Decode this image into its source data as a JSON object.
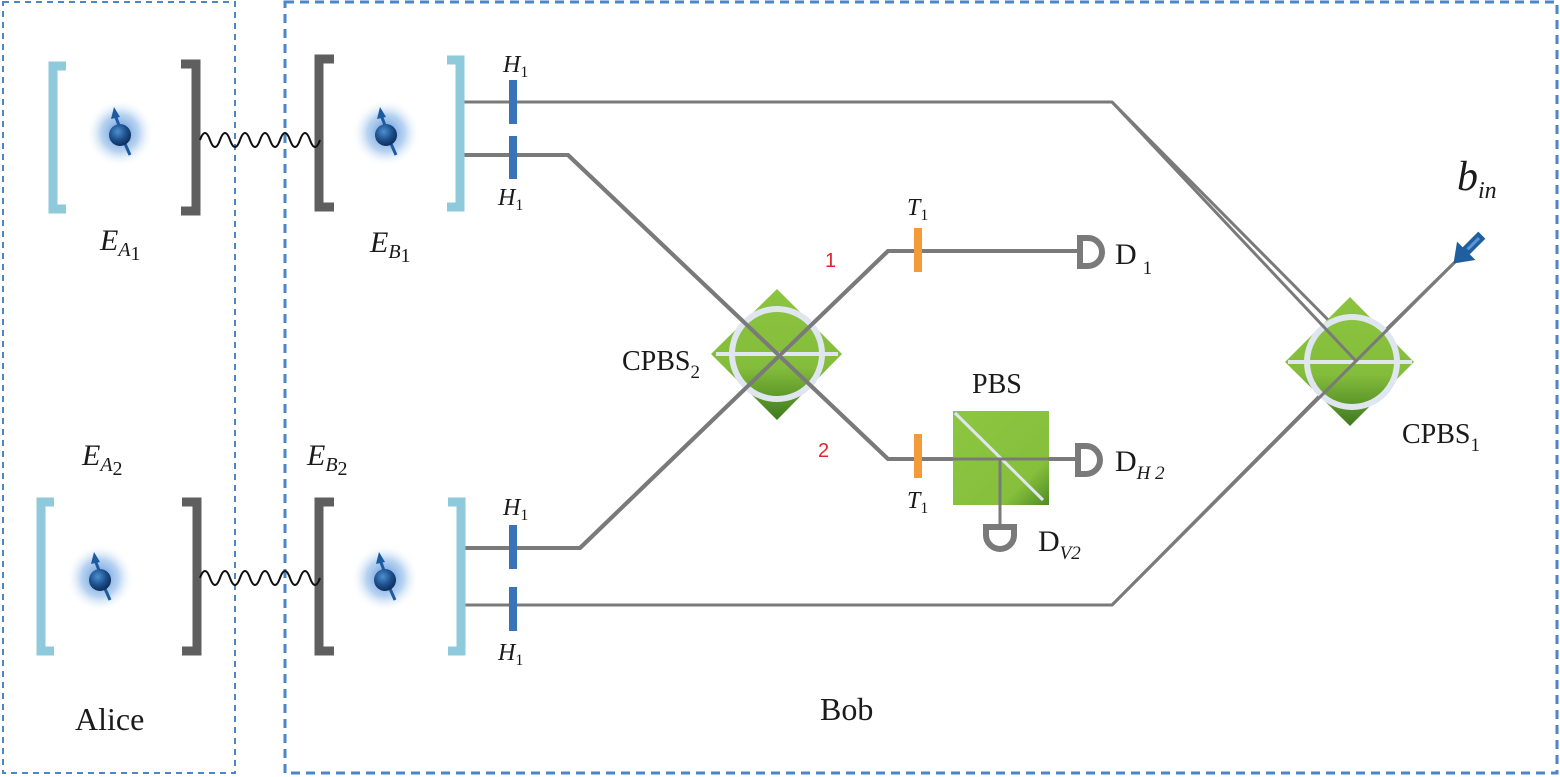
{
  "regions": {
    "alice": "Alice",
    "bob": "Bob"
  },
  "cavities": {
    "ea1": {
      "base": "E",
      "sub": "A",
      "subsub": "1"
    },
    "eb1": {
      "base": "E",
      "sub": "B",
      "subsub": "1"
    },
    "ea2": {
      "base": "E",
      "sub": "A",
      "subsub": "2"
    },
    "eb2": {
      "base": "E",
      "sub": "B",
      "subsub": "2"
    }
  },
  "wave_plates": {
    "h_label": "H",
    "h_sub": "1",
    "t_label": "T",
    "t_sub": "1"
  },
  "splitters": {
    "cpbs1": {
      "base": "CPBS",
      "sub": "1"
    },
    "cpbs2": {
      "base": "CPBS",
      "sub": "2"
    },
    "pbs": "PBS"
  },
  "detectors": {
    "d1": {
      "base": "D",
      "sub": "1"
    },
    "dh2": {
      "base": "D",
      "sub": "H 2"
    },
    "dv2": {
      "base": "D",
      "sub": "V2"
    }
  },
  "ports": {
    "port1": "1",
    "port2": "2"
  },
  "input": {
    "base": "b",
    "sub": "in"
  },
  "colors": {
    "region_border": "#4a86c8",
    "cavity_light": "#8ecadb",
    "cavity_dark": "#5f5f5f",
    "beam": "#7a7a7a",
    "h_plate": "#3a73b8",
    "t_plate": "#f39a3a",
    "splitter_green": "#8cc43f",
    "splitter_ring": "#dfe6f0",
    "port_label": "#e3242b",
    "input_arrow": "#1f5fa0"
  }
}
